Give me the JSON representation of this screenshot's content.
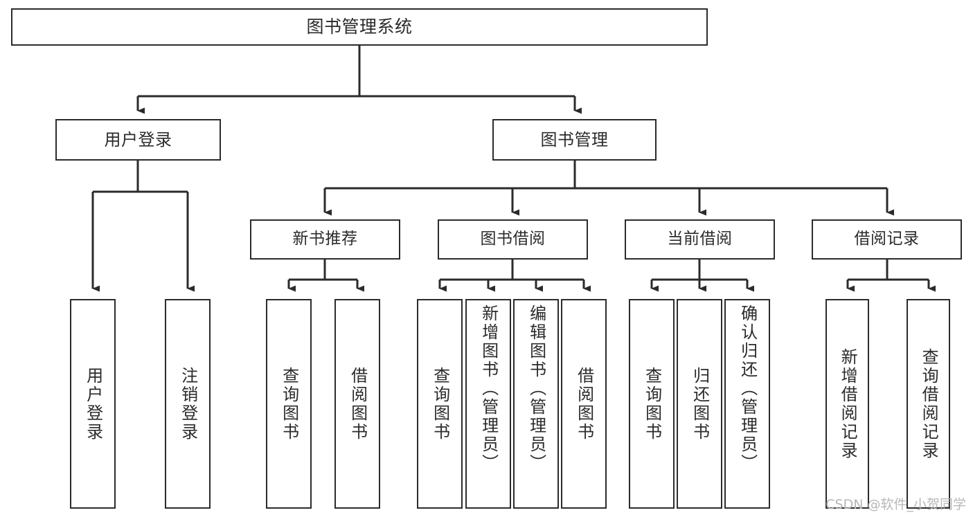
{
  "diagram": {
    "type": "tree",
    "title": "图书管理系统",
    "watermark": "CSDN @软件_小贺同学",
    "colors": {
      "background": "#ffffff",
      "stroke": "#2b2b2b",
      "text": "#2b2b2b",
      "watermark": "#b7b7b7"
    },
    "root": {
      "label": "图书管理系统"
    },
    "level1": [
      {
        "id": "user-login",
        "label": "用户登录"
      },
      {
        "id": "book-manage",
        "label": "图书管理"
      }
    ],
    "level2": [
      {
        "id": "new-book-recommend",
        "label": "新书推荐",
        "parent": "book-manage"
      },
      {
        "id": "book-borrow",
        "label": "图书借阅",
        "parent": "book-manage"
      },
      {
        "id": "current-borrow",
        "label": "当前借阅",
        "parent": "book-manage"
      },
      {
        "id": "borrow-record",
        "label": "借阅记录",
        "parent": "book-manage"
      }
    ],
    "leaves": [
      {
        "id": "leaf-user-login",
        "label": "用户登录",
        "parent": "user-login"
      },
      {
        "id": "leaf-user-logout",
        "label": "注销登录",
        "parent": "user-login"
      },
      {
        "id": "leaf-query-book-1",
        "label": "查询图书",
        "parent": "new-book-recommend"
      },
      {
        "id": "leaf-borrow-book-1",
        "label": "借阅图书",
        "parent": "new-book-recommend"
      },
      {
        "id": "leaf-query-book-2",
        "label": "查询图书",
        "parent": "book-borrow"
      },
      {
        "id": "leaf-add-book",
        "label": "新增图书（管理员）",
        "parent": "book-borrow"
      },
      {
        "id": "leaf-edit-book",
        "label": "编辑图书（管理员）",
        "parent": "book-borrow"
      },
      {
        "id": "leaf-borrow-book-2",
        "label": "借阅图书",
        "parent": "book-borrow"
      },
      {
        "id": "leaf-query-book-3",
        "label": "查询图书",
        "parent": "current-borrow"
      },
      {
        "id": "leaf-return-book",
        "label": "归还图书",
        "parent": "current-borrow"
      },
      {
        "id": "leaf-confirm-return",
        "label": "确认归还（管理员）",
        "parent": "current-borrow"
      },
      {
        "id": "leaf-add-record",
        "label": "新增借阅记录",
        "parent": "borrow-record"
      },
      {
        "id": "leaf-query-record",
        "label": "查询借阅记录",
        "parent": "borrow-record"
      }
    ]
  }
}
